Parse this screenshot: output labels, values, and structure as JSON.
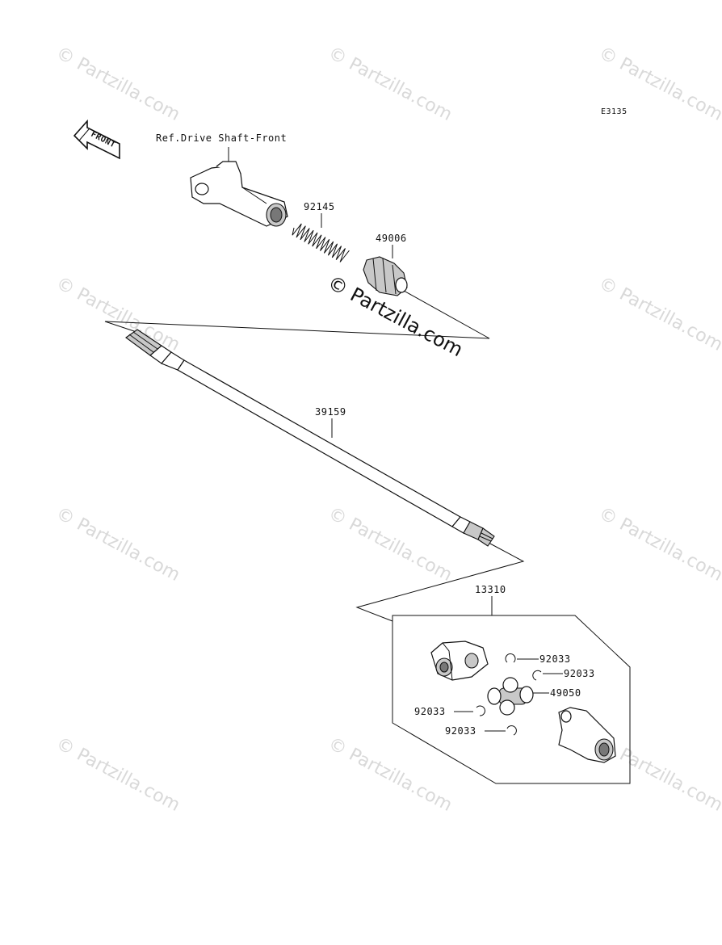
{
  "diagram": {
    "code": "E3135",
    "front_label": "FRONT",
    "ref_label": "Ref.Drive Shaft-Front",
    "watermark": "© Partzilla.com",
    "parts": {
      "spring": "92145",
      "boot": "49006",
      "shaft": "39159",
      "joint_assy": "13310",
      "clip_a": "92033",
      "clip_b": "92033",
      "clip_c": "92033",
      "clip_d": "92033",
      "cross": "49050"
    }
  }
}
